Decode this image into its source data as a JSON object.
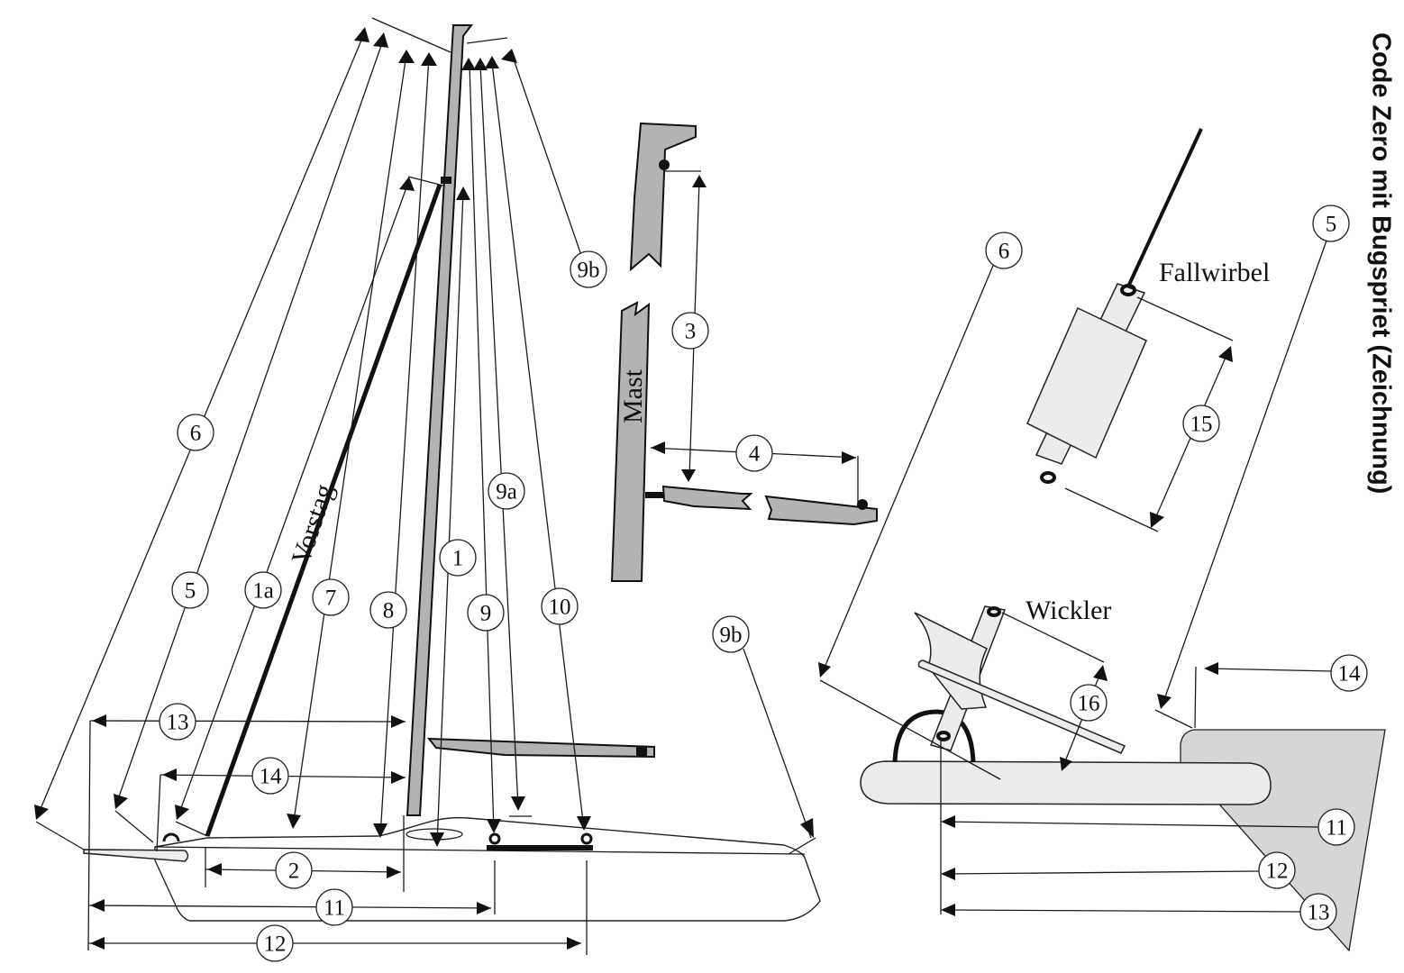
{
  "title": "Code Zero mit Bugspriet (Zeichnung)",
  "labels": {
    "vorstag": "Vorstag",
    "mast": "Mast",
    "fallwirbel": "Fallwirbel",
    "wickler": "Wickler"
  },
  "callouts_main": [
    "6",
    "5",
    "1a",
    "7",
    "8",
    "1",
    "9",
    "9a",
    "10",
    "9b",
    "13",
    "14",
    "2",
    "11",
    "12"
  ],
  "callouts_detail_mast": [
    "9b",
    "3",
    "4"
  ],
  "callouts_detail_bow": [
    "6",
    "5",
    "15",
    "16",
    "14",
    "11",
    "12",
    "13"
  ],
  "colors": {
    "line": "#1a1a1a",
    "mast_fill": "#b3b3b3",
    "hardware_fill": "#ececec",
    "bowsprit_fill": "#d6d6d6"
  }
}
